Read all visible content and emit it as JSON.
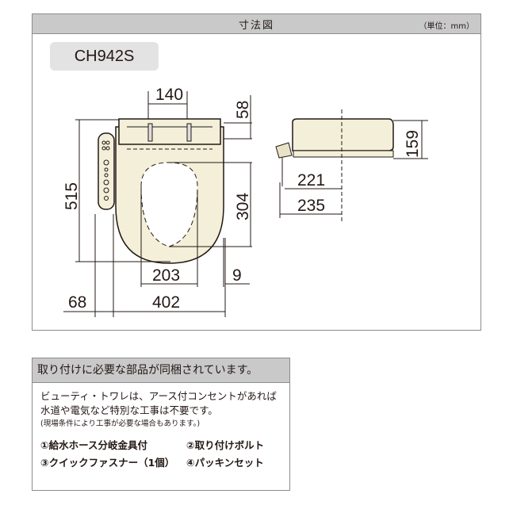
{
  "diagram": {
    "title": "寸法図",
    "unit": "（単位：mm）",
    "model": "CH942S",
    "dimensions": {
      "hinge_width": "140",
      "hinge_depth": "58",
      "overall_length": "515",
      "opening_length": "304",
      "opening_width": "203",
      "side_offset": "9",
      "remote_offset": "68",
      "overall_width": "402",
      "height": "159",
      "side_221": "221",
      "side_235": "235"
    },
    "colors": {
      "seat_fill": "#f3efd9",
      "line": "#231815",
      "header_bg": "#c9c9c9",
      "border": "#8c8c8c"
    }
  },
  "info_box": {
    "header": "取り付けに必要な部品が同梱されています。",
    "line1": "ビューティ・トワレは、アース付コンセントがあれば",
    "line2": "水道や電気など特別な工事は不要です。",
    "note": "(現場条件により工事が必要な場合もあります。)",
    "parts": [
      "①給水ホース分岐金具付",
      "②取り付けボルト",
      "③クイックファスナー（1個）",
      "④パッキンセット"
    ]
  }
}
